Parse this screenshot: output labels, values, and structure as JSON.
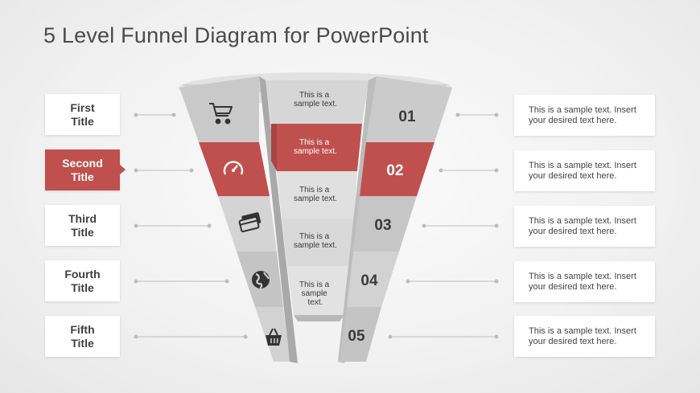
{
  "title": "5 Level Funnel Diagram for PowerPoint",
  "levels": [
    {
      "title_line1": "First",
      "title_line2": "Title",
      "number": "01",
      "center_text": [
        "This is a",
        "sample text."
      ],
      "icon": "shopping-cart-icon",
      "description": "This is a sample text. Insert your desired text here."
    },
    {
      "title_line1": "Second",
      "title_line2": "Title",
      "number": "02",
      "center_text": [
        "This is a",
        "sample text."
      ],
      "icon": "speedometer-icon",
      "description": "This is a sample text. Insert your desired text here."
    },
    {
      "title_line1": "Third",
      "title_line2": "Title",
      "number": "03",
      "center_text": [
        "This is a",
        "sample text."
      ],
      "icon": "credit-cards-icon",
      "description": "This is a sample text. Insert your desired text here."
    },
    {
      "title_line1": "Fourth",
      "title_line2": "Title",
      "number": "04",
      "center_text": [
        "This is a",
        "sample text."
      ],
      "icon": "globe-icon",
      "description": "This is a sample text. Insert your desired text here."
    },
    {
      "title_line1": "Fifth",
      "title_line2": "Title",
      "number": "05",
      "center_text": [
        "This is a",
        "sample",
        "text."
      ],
      "icon": "shopping-basket-icon",
      "description": "This is a sample text. Insert your desired text here."
    }
  ],
  "highlight_index": 1,
  "colors": {
    "accent": "#c0504d",
    "gray_light": "#d6d6d6",
    "gray_mid": "#bdbdbd",
    "text": "#404040"
  }
}
